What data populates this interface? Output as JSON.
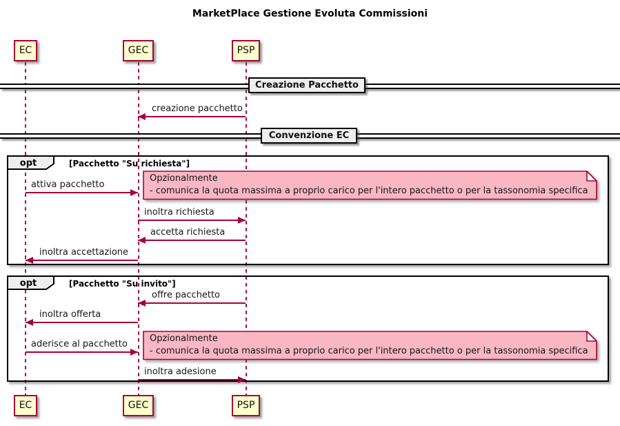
{
  "diagram": {
    "type": "sequence-diagram",
    "title": "MarketPlace Gestione Evoluta Commissioni",
    "participants": [
      {
        "id": "EC",
        "label": "EC"
      },
      {
        "id": "GEC",
        "label": "GEC"
      },
      {
        "id": "PSP",
        "label": "PSP"
      }
    ],
    "dividers": [
      {
        "label": "Creazione Pacchetto"
      },
      {
        "label": "Convenzione EC"
      }
    ],
    "fragments": [
      {
        "operator": "opt",
        "condition": "[Pacchetto \"Su richiesta\"]"
      },
      {
        "operator": "opt",
        "condition": "[Pacchetto \"Su invito\"]"
      }
    ],
    "messages": [
      {
        "label": "creazione pacchetto",
        "from": "PSP",
        "to": "GEC"
      },
      {
        "label": "attiva pacchetto",
        "from": "EC",
        "to": "GEC"
      },
      {
        "label": "inoltra richiesta",
        "from": "GEC",
        "to": "PSP"
      },
      {
        "label": "accetta richiesta",
        "from": "PSP",
        "to": "GEC"
      },
      {
        "label": "inoltra accettazione",
        "from": "GEC",
        "to": "EC"
      },
      {
        "label": "offre pacchetto",
        "from": "PSP",
        "to": "GEC"
      },
      {
        "label": "inoltra offerta",
        "from": "GEC",
        "to": "EC"
      },
      {
        "label": "aderisce al pacchetto",
        "from": "EC",
        "to": "GEC"
      },
      {
        "label": "inoltra adesione",
        "from": "GEC",
        "to": "PSP"
      }
    ],
    "notes": [
      {
        "line1": "Opzionalmente",
        "line2": "- comunica la quota massima a proprio carico per l'intero pacchetto o per la tassonomia specifica"
      },
      {
        "line1": "Opzionalmente",
        "line2": "- comunica la quota massima a proprio carico per l'intero pacchetto o per la tassonomia specifica"
      }
    ]
  },
  "colors": {
    "stroke": "#A80036",
    "participant_fill": "#FEFECE",
    "note_fill": "#F8B7C3",
    "frame_label_fill": "#EEEEEE"
  }
}
